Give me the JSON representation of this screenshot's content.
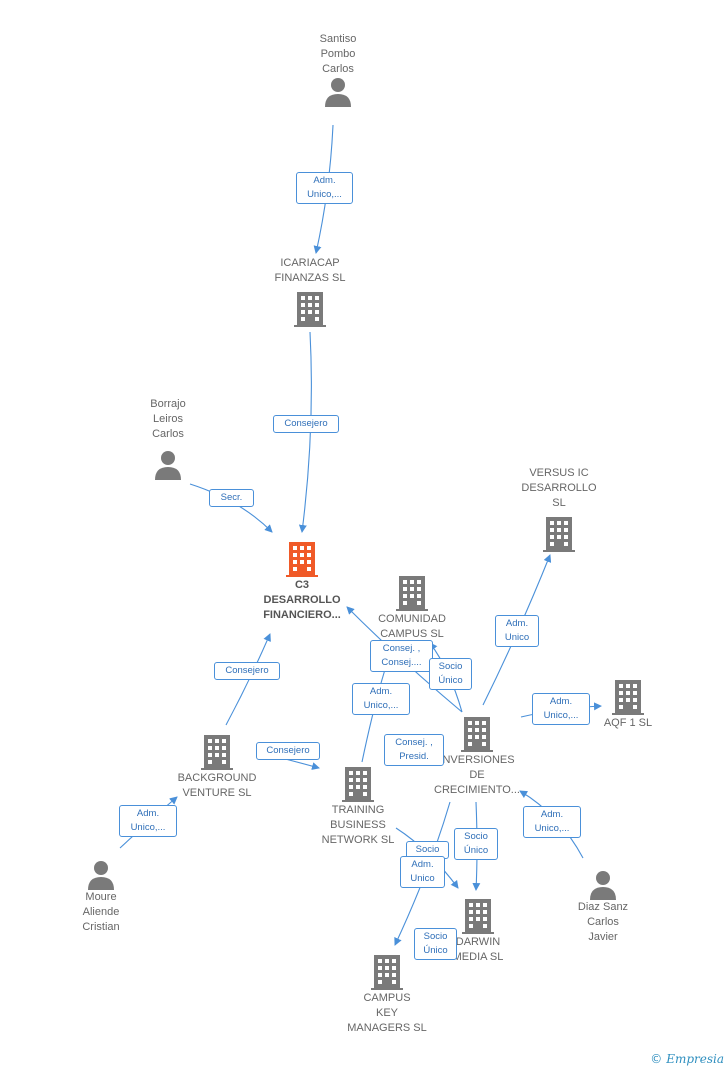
{
  "colors": {
    "edge": "#4a90d9",
    "building": "#7a7a7a",
    "person": "#7a7a7a",
    "main": "#f05a28"
  },
  "nodes": {
    "santiso": [
      "Santiso",
      "Pombo",
      "Carlos"
    ],
    "icariacap": [
      "ICARIACAP",
      "FINANZAS  SL"
    ],
    "borrajo": [
      "Borrajo",
      "Leiros",
      "Carlos"
    ],
    "c3": [
      "C3",
      "DESARROLLO",
      "FINANCIERO..."
    ],
    "versus": [
      "VERSUS IC",
      "DESARROLLO",
      "SL"
    ],
    "comunidad": [
      "COMUNIDAD",
      "CAMPUS  SL"
    ],
    "aqf": [
      "AQF 1  SL"
    ],
    "background": [
      "BACKGROUND",
      "VENTURE  SL"
    ],
    "training": [
      "TRAINING",
      "BUSINESS",
      "NETWORK  SL"
    ],
    "inversiones": [
      "INVERSIONES",
      "DE",
      "CRECIMIENTO..."
    ],
    "moure": [
      "Moure",
      "Aliende",
      "Cristian"
    ],
    "diaz": [
      "Diaz Sanz",
      "Carlos",
      "Javier"
    ],
    "darwin": [
      "DARWIN",
      "MEDIA  SL"
    ],
    "campus_key": [
      "CAMPUS",
      "KEY",
      "MANAGERS  SL"
    ]
  },
  "relations": {
    "r1": [
      "Adm.",
      "Unico,..."
    ],
    "r2": [
      "Consejero"
    ],
    "r3": [
      "Secr."
    ],
    "r4": [
      "Adm.",
      "Unico"
    ],
    "r5": [
      "Consej. ,",
      "Consej...."
    ],
    "r6": [
      "Socio",
      "Único"
    ],
    "r7": [
      "Adm.",
      "Unico,..."
    ],
    "r8": [
      "Adm.",
      "Unico,..."
    ],
    "r9": [
      "Consejero"
    ],
    "r10": [
      "Consejero"
    ],
    "r11": [
      "Adm.",
      "Unico,..."
    ],
    "r12": [
      "Consej. ,",
      "Presid."
    ],
    "r13": [
      "Adm.",
      "Unico,..."
    ],
    "r14": [
      "Socio",
      "Único"
    ],
    "r15": [
      "Socio"
    ],
    "r16": [
      "Adm.",
      "Unico"
    ],
    "r17": [
      "Socio",
      "Único"
    ]
  },
  "footer": {
    "copyright": "©",
    "brand": "Empresia"
  }
}
